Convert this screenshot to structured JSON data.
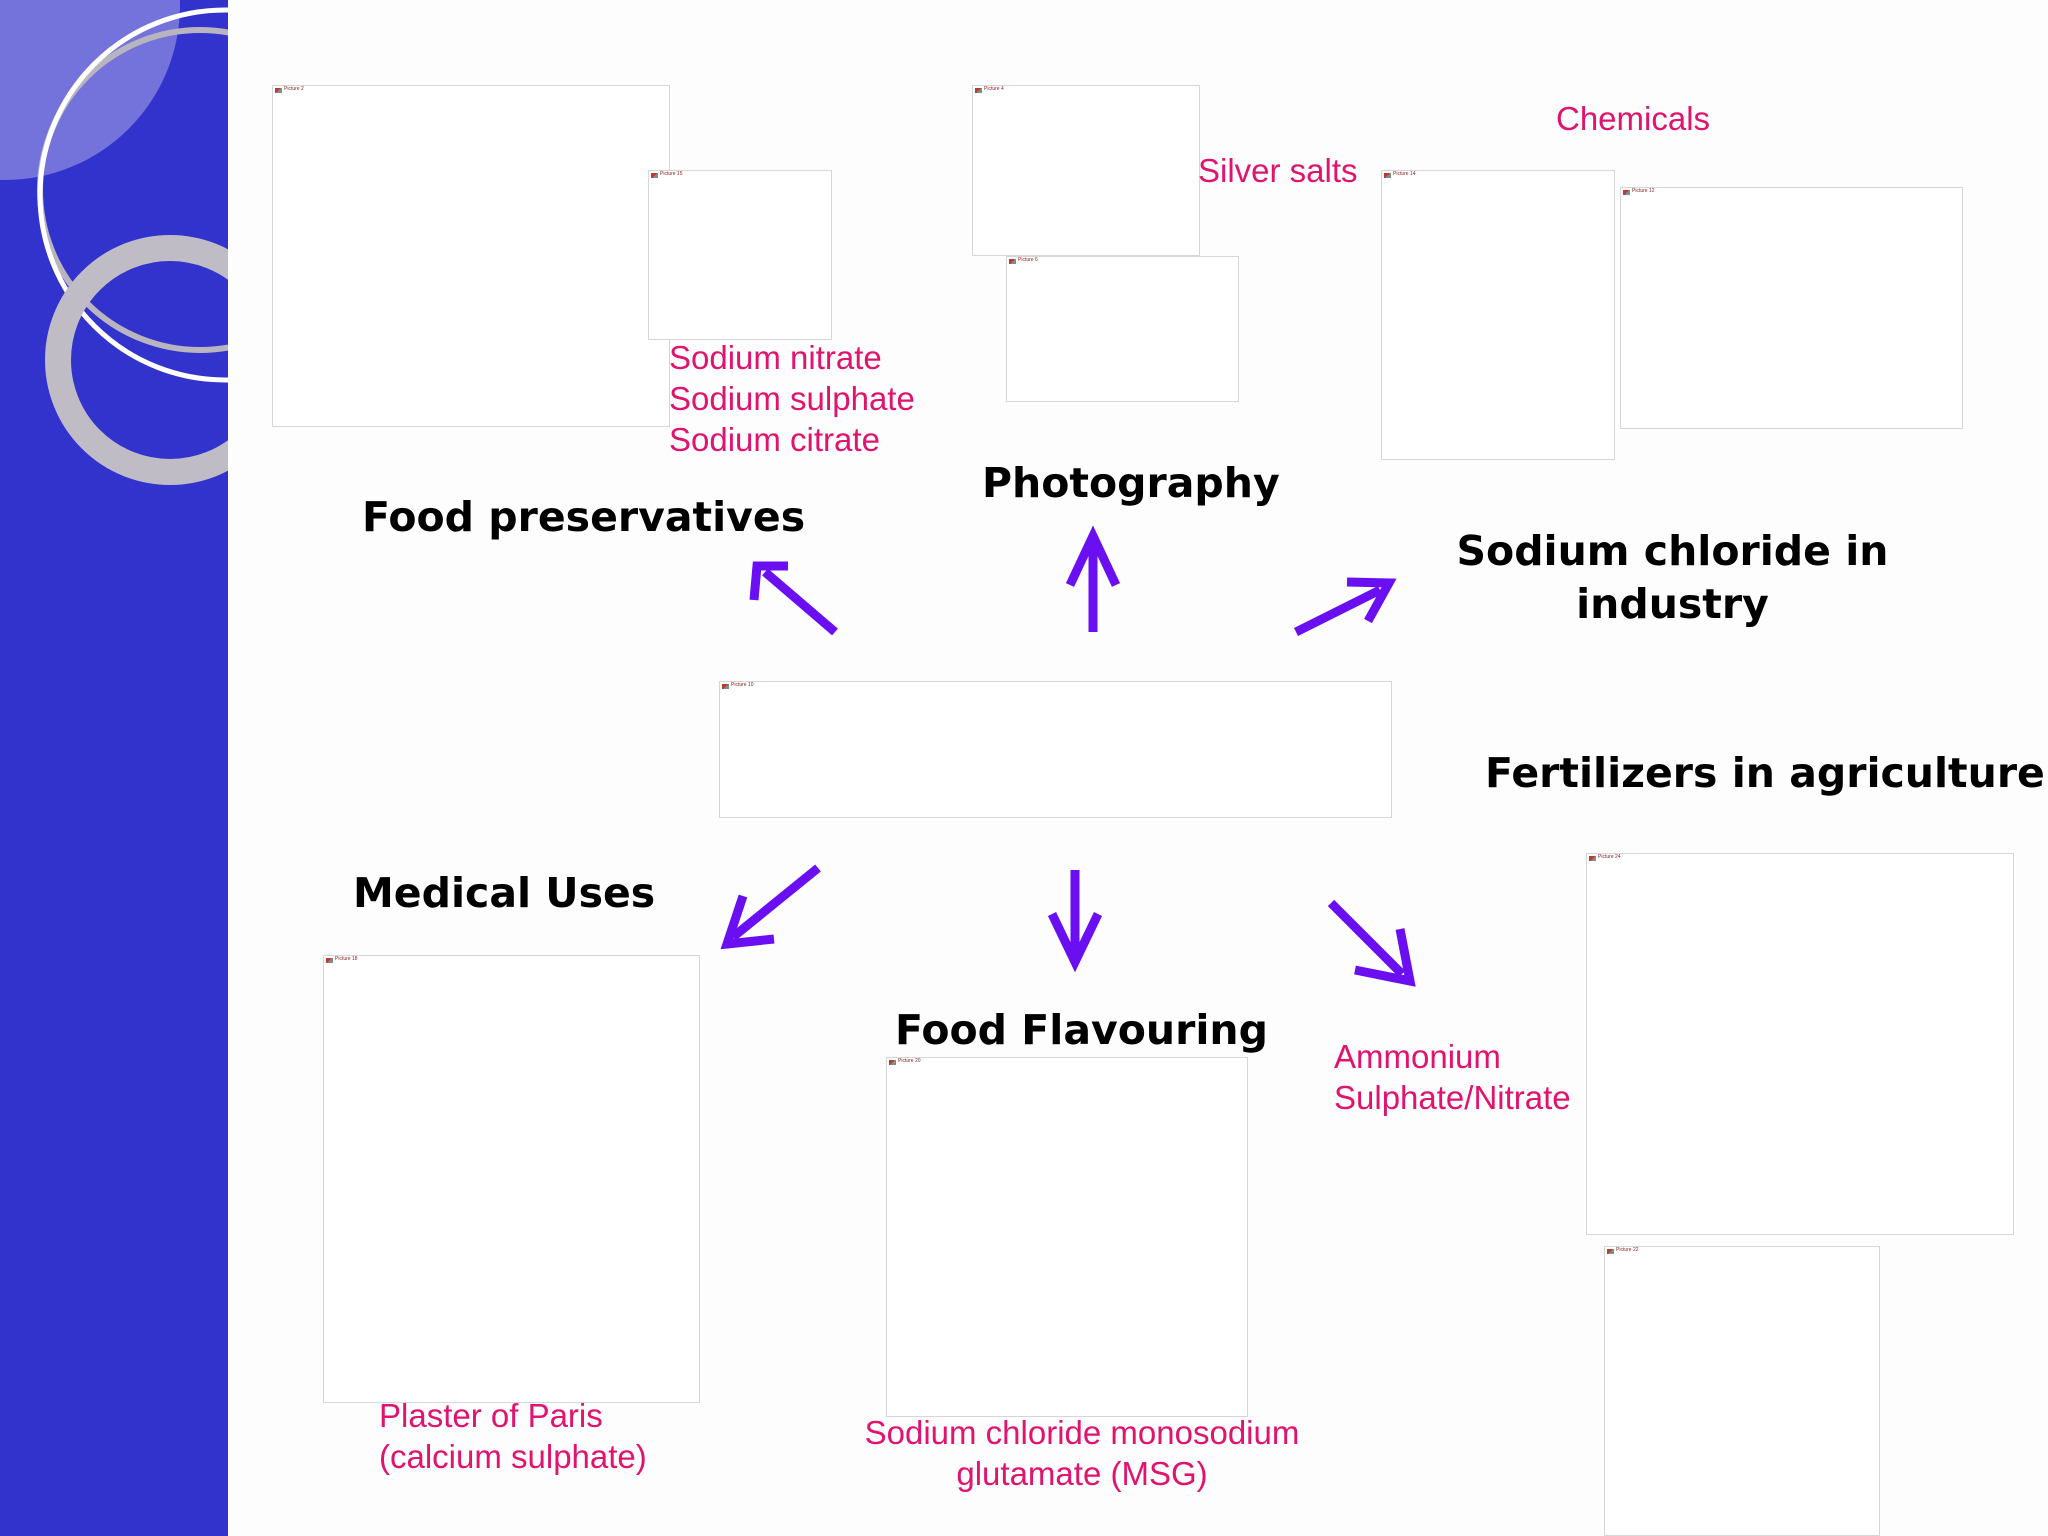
{
  "center_image": {
    "alt": "Picture 10"
  },
  "branches": {
    "food_preservatives": {
      "heading": "Food preservatives",
      "examples": [
        "Sodium nitrate",
        "Sodium sulphate",
        "Sodium citrate"
      ],
      "images": [
        {
          "alt": "Picture 2"
        },
        {
          "alt": "Picture 15"
        }
      ]
    },
    "photography": {
      "heading": "Photography",
      "examples": [
        "Silver salts"
      ],
      "images": [
        {
          "alt": "Picture 4"
        },
        {
          "alt": "Picture 6"
        }
      ]
    },
    "industry": {
      "heading_line1": "Sodium chloride in",
      "heading_line2": "industry",
      "examples": [
        "Chemicals"
      ],
      "images": [
        {
          "alt": "Picture 14"
        },
        {
          "alt": "Picture 12"
        }
      ]
    },
    "agriculture": {
      "heading": "Fertilizers in agriculture",
      "examples": [
        "Ammonium",
        "Sulphate/Nitrate"
      ],
      "images": [
        {
          "alt": "Picture 24"
        },
        {
          "alt": "Picture 22"
        }
      ]
    },
    "food_flavouring": {
      "heading": "Food Flavouring",
      "examples": [
        "Sodium chloride monosodium",
        "glutamate (MSG)"
      ],
      "images": [
        {
          "alt": "Picture 20"
        }
      ]
    },
    "medical": {
      "heading": "Medical Uses",
      "examples": [
        "Plaster of Paris",
        "(calcium sulphate)"
      ],
      "images": [
        {
          "alt": "Picture 18"
        }
      ]
    }
  },
  "colors": {
    "sidebar": "#3232cc",
    "arrow": "#6a0ff2",
    "example_text": "#e0146e",
    "heading_text": "#000000"
  }
}
